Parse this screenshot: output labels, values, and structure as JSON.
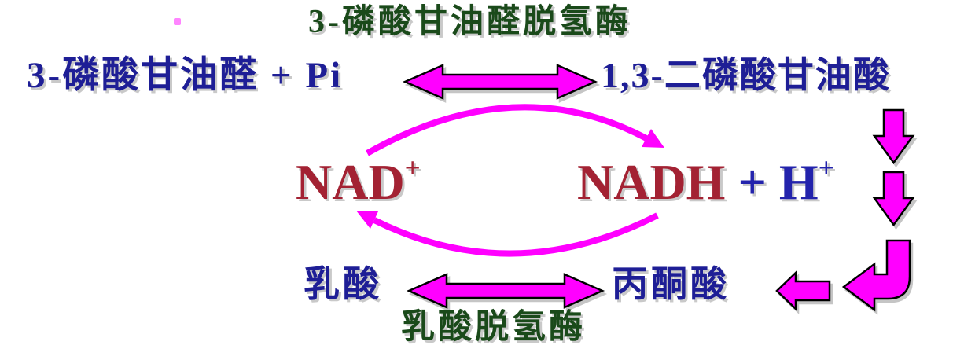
{
  "diagram": {
    "enzyme_top": "3-磷酸甘油醛脱氢酶",
    "substrate_left": "3-磷酸甘油醛 + Pi",
    "product_right": "1,3-二磷酸甘油酸",
    "nad": {
      "base": "NAD",
      "sup": "+"
    },
    "nadh": {
      "base": "NADH",
      "plus_h": " + H",
      "sup": "+"
    },
    "lactate": "乳酸",
    "pyruvate": "丙酮酸",
    "enzyme_bottom": "乳酸脱氢酶"
  },
  "icons": {
    "reversible_arrow_top": "double-headed-horizontal-arrow",
    "reversible_arrow_bottom": "double-headed-horizontal-arrow",
    "down_arrow_1": "block-down-arrow",
    "down_arrow_2": "block-down-arrow",
    "elbow_arrow": "block-elbow-down-left-arrow",
    "left_arrow": "block-left-arrow",
    "cycle_arc_top": "curved-arrow-nad-to-nadh",
    "cycle_arc_bottom": "curved-arrow-nadh-to-nad"
  },
  "colors": {
    "enzyme_green": "#1A4A1A",
    "compound_navy": "#1E1E96",
    "nad_red": "#A32233",
    "h_blue": "#2323AC",
    "arrow_magenta": "#FF00FF",
    "arrow_outline": "#000000",
    "shadow_gray": "#C9C9C9",
    "dot_pink": "#FF85FF"
  }
}
